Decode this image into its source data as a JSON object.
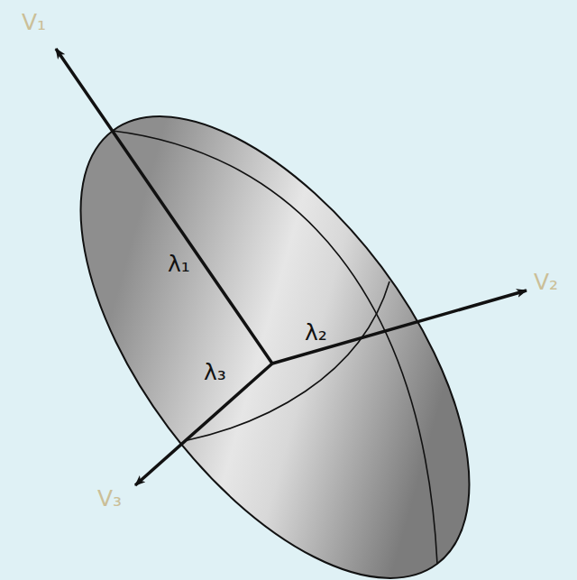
{
  "diagram": {
    "labels": [
      "V₁",
      "V₂",
      "V₃",
      "λ₁",
      "λ₂",
      "λ₃"
    ]
  }
}
